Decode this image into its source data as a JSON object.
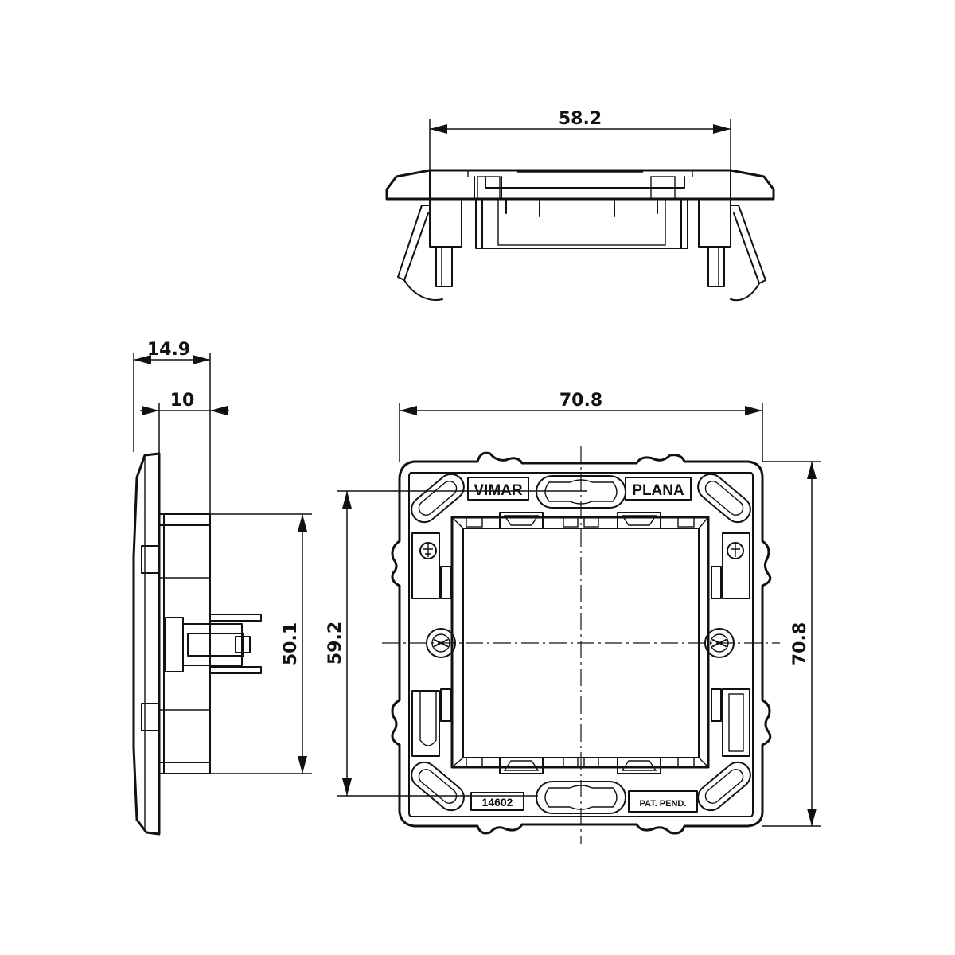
{
  "views": {
    "top": {
      "width_label": "58.2"
    },
    "side": {
      "depth_label": "14.9",
      "inner_depth_label": "10",
      "height_label": "50.1"
    },
    "front": {
      "width_label": "70.8",
      "height_label": "70.8",
      "inner_height_label": "59.2",
      "brand_label": "VIMAR",
      "series_label": "PLANA",
      "code_label": "14602",
      "patent_label": "PAT. PEND."
    }
  }
}
